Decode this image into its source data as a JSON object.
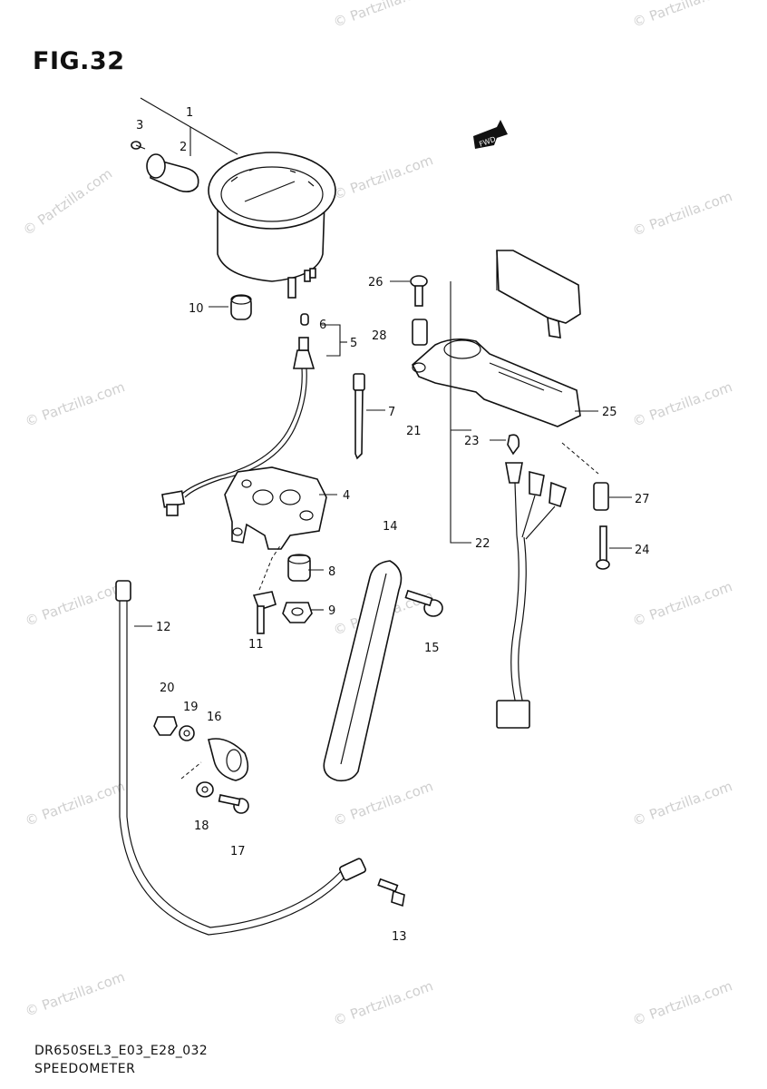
{
  "title": "FIG.32",
  "footer": {
    "model_code": "DR650SEL3_E03_E28_032",
    "section_name": "SPEEDOMETER"
  },
  "watermark": "© Partzilla.com",
  "fwd_label": "FWD",
  "callouts": [
    "1",
    "2",
    "3",
    "4",
    "5",
    "6",
    "7",
    "8",
    "9",
    "10",
    "11",
    "12",
    "13",
    "14",
    "15",
    "16",
    "17",
    "18",
    "19",
    "20",
    "21",
    "22",
    "23",
    "24",
    "25",
    "26",
    "27",
    "28"
  ]
}
